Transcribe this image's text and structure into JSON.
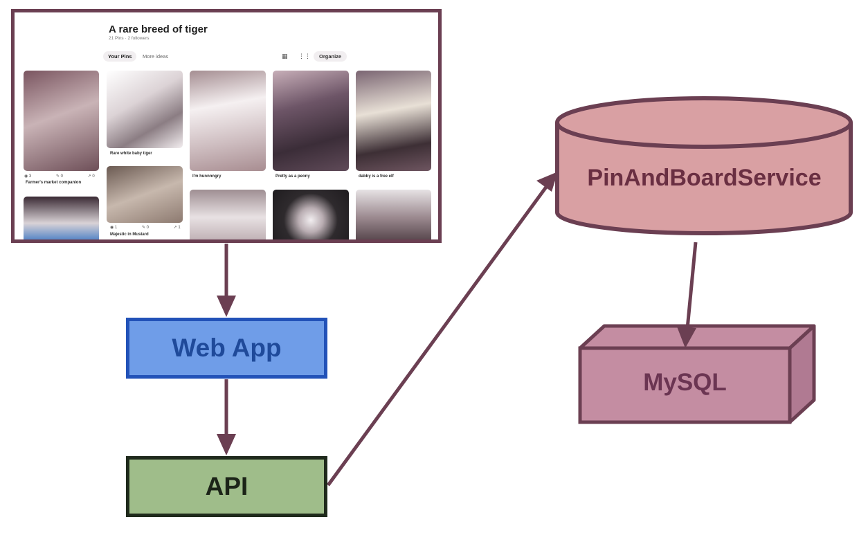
{
  "screenshot": {
    "board_title": "A rare breed of tiger",
    "board_meta": "21 Pins · 2 followers",
    "tabs": {
      "your_pins": "Your Pins",
      "more_ideas": "More ideas"
    },
    "toolbar": {
      "grid_icon": "grid-icon",
      "compact_icon": "compact-grid-icon",
      "organize_label": "Organize"
    },
    "pins": [
      {
        "caption": "Farmer's market companion",
        "views": "3",
        "saves": "0",
        "shares": "0"
      },
      {
        "caption": "Rare white baby tiger"
      },
      {
        "caption": "I'm hunnnngry"
      },
      {
        "caption": "Pretty as a peony"
      },
      {
        "caption": "dabby is a free elf"
      },
      {
        "caption": "Majestic in Mustard",
        "views": "1",
        "saves": "0",
        "shares": "1"
      }
    ]
  },
  "diagram": {
    "nodes": {
      "web_app": "Web App",
      "api": "API",
      "pin_and_board_service": "PinAndBoardService",
      "mysql": "MySQL"
    },
    "edges": [
      {
        "from": "screenshot",
        "to": "web_app"
      },
      {
        "from": "web_app",
        "to": "api"
      },
      {
        "from": "api",
        "to": "pin_and_board_service"
      },
      {
        "from": "pin_and_board_service",
        "to": "mysql"
      }
    ],
    "colors": {
      "edge": "#6b3f52",
      "web_app_fill": "#6f9de8",
      "web_app_border": "#2252b8",
      "api_fill": "#9fbd8a",
      "api_border": "#1f2a1c",
      "service_fill": "#d9a0a3",
      "service_border": "#6b3f52",
      "mysql_fill": "#c48da2",
      "mysql_border": "#6b3f52"
    }
  }
}
